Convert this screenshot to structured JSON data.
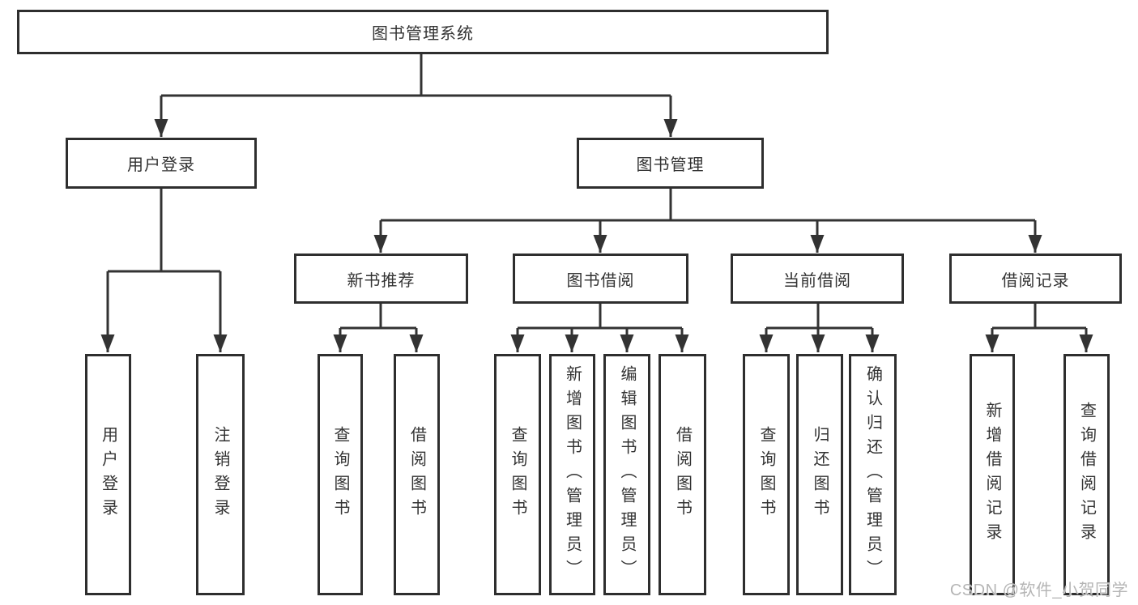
{
  "tree": {
    "root": {
      "label": "图书管理系统"
    },
    "level2": [
      {
        "label": "用户登录",
        "leaves": [
          "用户登录",
          "注销登录"
        ]
      },
      {
        "label": "图书管理",
        "children": [
          {
            "label": "新书推荐",
            "leaves": [
              "查询图书",
              "借阅图书"
            ]
          },
          {
            "label": "图书借阅",
            "leaves": [
              "查询图书",
              "新增图书（管理员）",
              "编辑图书（管理员）",
              "借阅图书"
            ]
          },
          {
            "label": "当前借阅",
            "leaves": [
              "查询图书",
              "归还图书",
              "确认归还（管理员）"
            ]
          },
          {
            "label": "借阅记录",
            "leaves": [
              "新增借阅记录",
              "查询借阅记录"
            ]
          }
        ]
      }
    ]
  },
  "watermark": {
    "text": "CSDN @软件_小贺同学"
  },
  "colors": {
    "line": "#333333",
    "box_border": "#2e2e2e",
    "text": "#333333",
    "watermark": "#b5b5b5",
    "background": "#ffffff"
  }
}
